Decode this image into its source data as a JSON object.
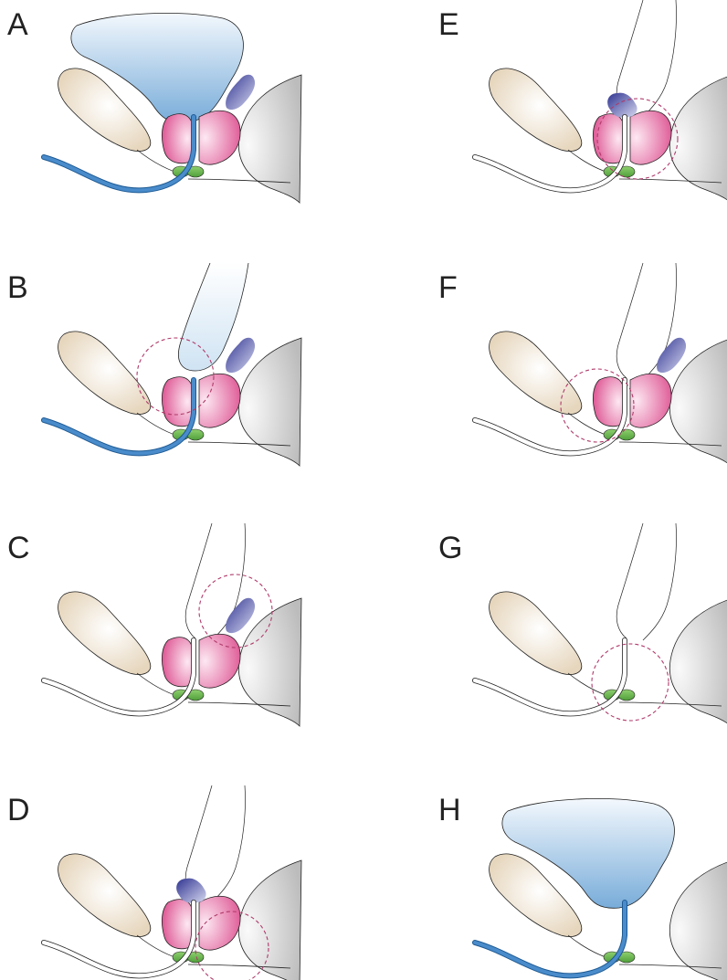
{
  "panels": [
    {
      "label": "A",
      "bladder": "full",
      "catheter": true,
      "pelvic": false,
      "rectum": false,
      "vesicles": true,
      "prostate": true,
      "highlight": null
    },
    {
      "label": "B",
      "bladder": "faint",
      "catheter": true,
      "pelvic": false,
      "rectum": false,
      "vesicles": true,
      "prostate": true,
      "highlight": "bladder-neck"
    },
    {
      "label": "C",
      "bladder": "none",
      "catheter": false,
      "pelvic": true,
      "rectum": false,
      "vesicles": true,
      "prostate": true,
      "highlight": "seminal-vesicles"
    },
    {
      "label": "D",
      "bladder": "none",
      "catheter": false,
      "pelvic": true,
      "rectum": false,
      "vesicles": "detached",
      "prostate": true,
      "highlight": "posterior-prostate"
    },
    {
      "label": "E",
      "bladder": "none",
      "catheter": false,
      "pelvic": true,
      "rectum": true,
      "vesicles": "detached",
      "prostate": true,
      "highlight": "prostate"
    },
    {
      "label": "F",
      "bladder": "none",
      "catheter": false,
      "pelvic": true,
      "rectum": true,
      "vesicles": true,
      "prostate": true,
      "highlight": "apex"
    },
    {
      "label": "G",
      "bladder": "none",
      "catheter": false,
      "pelvic": true,
      "rectum": true,
      "vesicles": false,
      "prostate": false,
      "highlight": "urethra"
    },
    {
      "label": "H",
      "bladder": "full",
      "catheter": true,
      "pelvic": false,
      "rectum": true,
      "vesicles": false,
      "prostate": false,
      "highlight": null
    }
  ],
  "colors": {
    "bladder_top": "#eef6fc",
    "bladder_bottom": "#7fb3de",
    "catheter": "#4a8ccb",
    "pubic_bone": "#eadbc4",
    "prostate": "#e0609a",
    "prostate_light": "#fbe3ef",
    "seminal_vesicle": "#3b3f9e",
    "sphincter": "#6cbb4f",
    "rectum": "#c9c9c9",
    "highlight": "#b03a6a",
    "outline": "#222222"
  }
}
